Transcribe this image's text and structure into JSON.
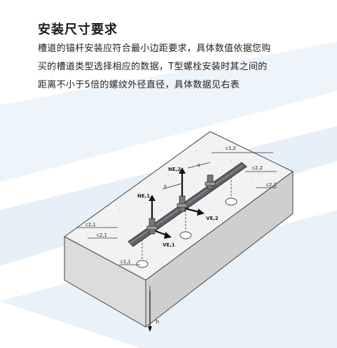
{
  "heading": "安装尺寸要求",
  "body_lines": [
    "槽道的锚杆安装应符合最小边距要求，具体数值依据您购",
    "买的槽道类型选择相应的数据，T型螺栓安装时其之间的",
    "距离不小于5倍的螺纹外径直径，具体数据见右表"
  ],
  "figure": {
    "labels": {
      "c12": "c1,2",
      "c22": "c2,2",
      "c22b": "c2,2",
      "c21": "c2,1",
      "c21b": "c2,1",
      "c11": "c1,1",
      "s1": "s",
      "s2": "s",
      "ne2": "NE,2",
      "ne1": "NE,1",
      "ve2": "VE,2",
      "ve1": "VE,1",
      "h": "h"
    },
    "colors": {
      "block_top": "#f2f2f2",
      "block_left": "#dcdcdc",
      "block_right": "#cfcfcf",
      "channel": "#5e6368",
      "bg_stripe": "#e6f0f8"
    }
  }
}
